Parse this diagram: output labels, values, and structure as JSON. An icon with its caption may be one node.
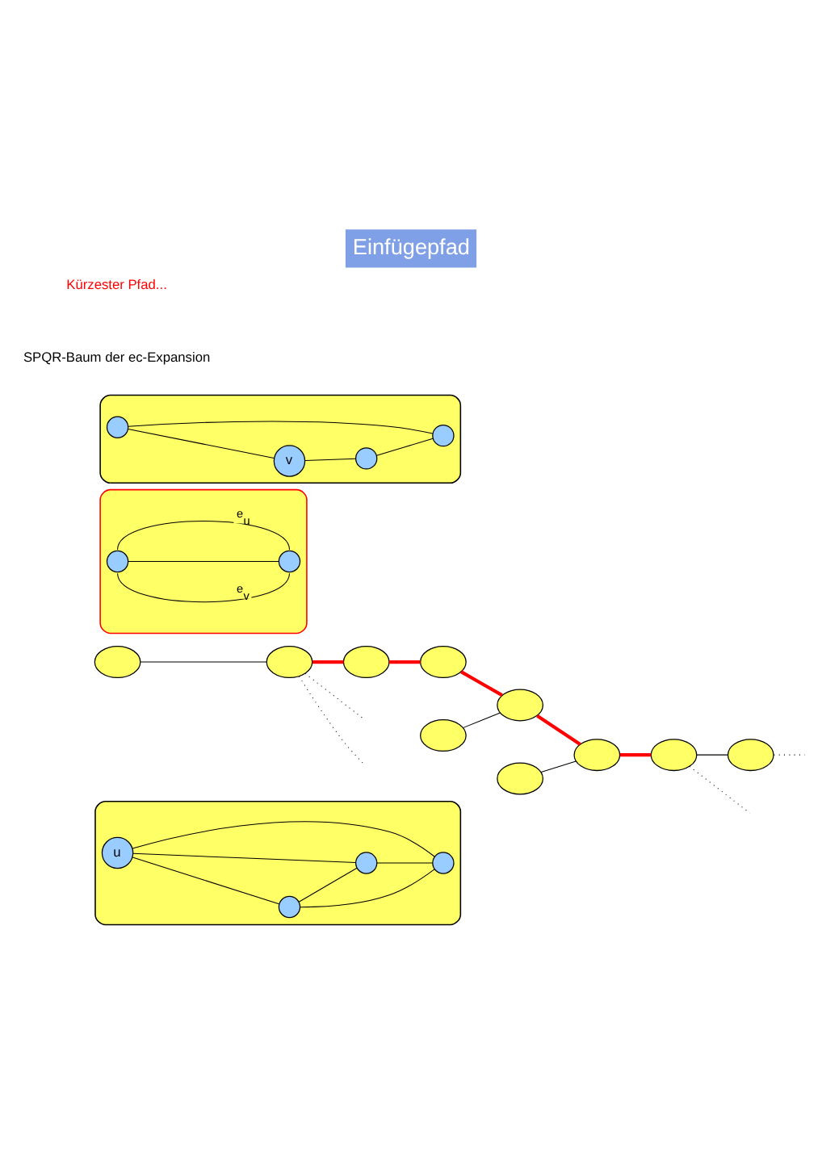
{
  "diagram": {
    "title": "Einfügepfad",
    "nodes": [
      {
        "text": [],
        "shape": "ellipse"
      },
      {
        "text": [
          "u"
        ],
        "in": 0
      },
      {
        "text": [],
        "shape": "circle",
        "in": 0
      },
      {
        "text": [],
        "shape": "circle",
        "in": 0
      },
      {
        "text": [],
        "shape": "circle",
        "in": 0
      },
      {
        "text": [],
        "shape": "ellipse"
      },
      {
        "text": [],
        "shape": "ellipse"
      },
      {
        "text": [],
        "shape": "ellipse"
      },
      {
        "text": [],
        "shape": "ellipse"
      },
      {
        "text": [],
        "shape": "ellipse"
      },
      {
        "text": [],
        "shape": "ellipse"
      },
      {
        "text": [],
        "shape": "ellipse"
      },
      {
        "text": [],
        "shape": "ellipse"
      },
      {
        "text": [],
        "shape": "ellipse"
      },
      {
        "text": [],
        "shape": "ellipse"
      },
      {
        "text": [],
        "shape": "ellipse"
      },
      {
        "text": [],
        "shape": "circle",
        "in": 15
      },
      {
        "text": [],
        "shape": "circle",
        "in": 15
      },
      {
        "text": [],
        "shape": "ellipse"
      },
      {
        "text": [],
        "shape": "circle",
        "in": 18
      },
      {
        "text": [
          "v"
        ],
        "in": 18
      },
      {
        "text": [],
        "shape": "circle",
        "in": 18
      },
      {
        "text": [],
        "shape": "circle",
        "in": 18
      }
    ],
    "edges": [
      {
        "from": 1,
        "to": 2,
        "arrow": "none"
      },
      {
        "from": 1,
        "to": 3,
        "arrow": "none"
      },
      {
        "from": 2,
        "to": 3,
        "arrow": "none"
      },
      {
        "from": 2,
        "to": 4,
        "arrow": "none"
      },
      {
        "from": 3,
        "to": 4,
        "arrow": "none"
      },
      {
        "from": 1,
        "to": 4,
        "arrow": "none"
      },
      {
        "from": 5,
        "to": 6,
        "arrow": "none"
      },
      {
        "from": 6,
        "to": 7,
        "arrow": "none",
        "style": "thick",
        "color": "#ff0000"
      },
      {
        "from": 7,
        "to": 8,
        "arrow": "none",
        "style": "thick",
        "color": "#ff0000"
      },
      {
        "from": 8,
        "to": 10,
        "arrow": "none",
        "style": "thick",
        "color": "#ff0000"
      },
      {
        "from": 9,
        "to": 10,
        "arrow": "none"
      },
      {
        "from": 10,
        "to": 12,
        "arrow": "none",
        "style": "thick",
        "color": "#ff0000"
      },
      {
        "from": 11,
        "to": 12,
        "arrow": "none"
      },
      {
        "from": 12,
        "to": 13,
        "arrow": "none",
        "style": "thick",
        "color": "#ff0000"
      },
      {
        "from": 13,
        "to": 14,
        "arrow": "none"
      },
      {
        "from": 6,
        "to": null,
        "arrow": "none",
        "style": "dashed"
      },
      {
        "from": 6,
        "to": null,
        "arrow": "none",
        "style": "dashed"
      },
      {
        "from": 13,
        "to": null,
        "arrow": "none",
        "style": "dashed"
      },
      {
        "from": 14,
        "to": null,
        "arrow": "none",
        "style": "dashed"
      },
      {
        "from": 16,
        "to": 17,
        "label": "e$_{u}$",
        "arrow": "none"
      },
      {
        "from": 16,
        "to": 17,
        "arrow": "none"
      },
      {
        "from": 16,
        "to": 17,
        "label": "e$_{v}$",
        "arrow": "none"
      },
      {
        "from": 19,
        "to": 20,
        "arrow": "none"
      },
      {
        "from": 20,
        "to": 21,
        "arrow": "none"
      },
      {
        "from": 21,
        "to": 22,
        "arrow": "none"
      },
      {
        "from": 19,
        "to": 22,
        "arrow": "none"
      }
    ],
    "labels": [
      "SPQR-Baum der ec-Expansion",
      "Kürzester Pfad..."
    ]
  }
}
